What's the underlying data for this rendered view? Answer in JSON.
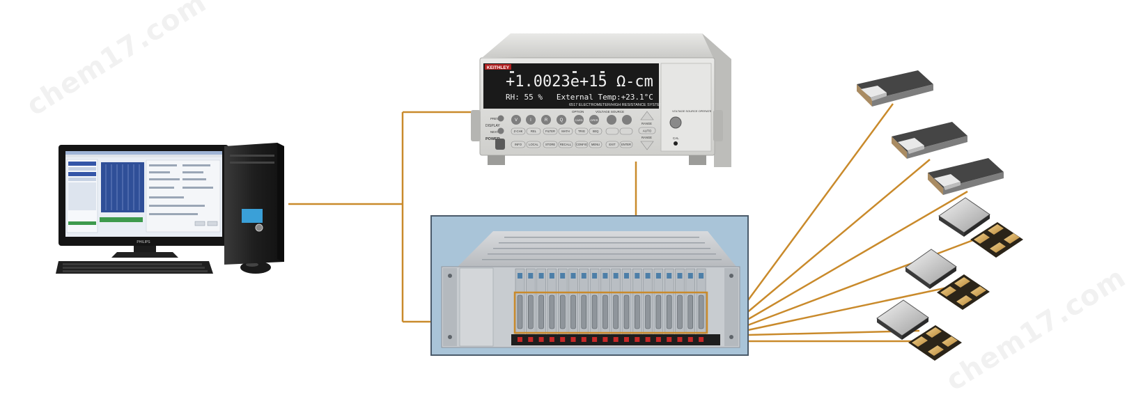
{
  "watermark": "chem17.com",
  "meter": {
    "brand": "KEITHLEY",
    "display_main": "+1.0023e+15 Ω-cm",
    "display_sub": "RH: 55 %   External Temp:+23.1°C",
    "model_line": "6517  ELECTROMETER/HIGH RESISTANCE SYSTEM",
    "labels": {
      "prev": "PREV",
      "display": "DISPLAY",
      "next": "NEXT",
      "power": "POWER",
      "option": "OPTION",
      "voltage_source": "VOLTAGE SOURCE",
      "range": "RANGE",
      "auto": "AUTO",
      "range2": "RANGE",
      "vs_operate": "VOLTAGE SOURCE OPERATE",
      "cal": "CAL"
    },
    "keys": {
      "v": "V",
      "i": "I",
      "r": "R",
      "q": "Q",
      "card": "CARD",
      "oper": "OPER",
      "zchk": "Z-CHK",
      "rel": "REL",
      "filter": "FILTER",
      "math": "MATH",
      "trig": "TRIG",
      "seq": "SEQ",
      "info": "INFO",
      "local": "LOCAL",
      "store": "STORE",
      "recall": "RECALL",
      "config": "CONFIG",
      "menu": "MENU",
      "exit": "EXIT",
      "enter": "ENTER"
    }
  },
  "monitor": {
    "brand": "PHILIPS"
  },
  "colors": {
    "wire": "#c98a2b",
    "rack_bg": "#a9c4d8",
    "rack_border": "#4a5a6a"
  }
}
